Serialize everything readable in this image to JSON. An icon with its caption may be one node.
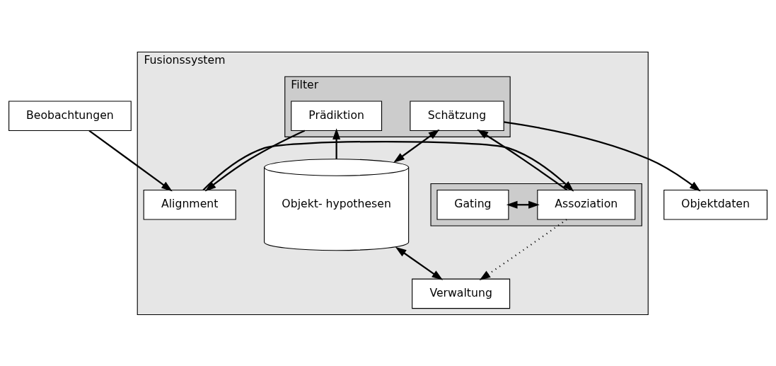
{
  "diagram": {
    "nodes": [
      {
        "text": [
          "Beobachtungen"
        ]
      },
      {
        "text": [
          "Fusionssystem"
        ]
      },
      {
        "text": [
          "Filter"
        ],
        "in": 1
      },
      {
        "text": [
          "Alignment"
        ],
        "in": 1
      },
      {
        "text": [
          "Prädiktion"
        ],
        "in": 2
      },
      {
        "text": [
          "Objekt- hypothesen"
        ],
        "in": 1
      },
      {
        "text": [
          "Verwaltung"
        ],
        "in": 1
      },
      {
        "text": [],
        "shape": "box",
        "in": 1
      },
      {
        "text": [
          "Gating"
        ],
        "in": 7
      },
      {
        "text": [
          "Assoziation"
        ],
        "in": 7
      },
      {
        "text": [
          "Schätzung"
        ],
        "in": 2
      },
      {
        "text": [
          "Objektdaten"
        ]
      }
    ],
    "edges": [
      {
        "from": 0,
        "to": 3,
        "arrow": "to"
      },
      {
        "from": 4,
        "to": 3,
        "arrow": "to"
      },
      {
        "from": 5,
        "to": 4,
        "arrow": "to"
      },
      {
        "from": 3,
        "to": 9,
        "arrow": "to"
      },
      {
        "from": 9,
        "to": 10,
        "arrow": "to"
      },
      {
        "from": 10,
        "to": 5,
        "arrow": "both"
      },
      {
        "from": 5,
        "to": 6,
        "arrow": "both"
      },
      {
        "from": 10,
        "to": 11,
        "arrow": "to"
      },
      {
        "from": 8,
        "to": 9,
        "arrow": "both"
      },
      {
        "from": 9,
        "to": 6,
        "arrow": "to",
        "style": "dashed"
      }
    ]
  }
}
